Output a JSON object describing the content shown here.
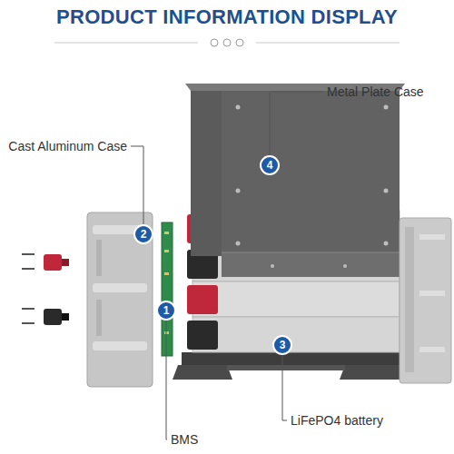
{
  "diagram": {
    "title": "PRODUCT INFORMATION DISPLAY",
    "nodes": [
      {
        "text": [
          "4"
        ]
      },
      {
        "text": [
          "2"
        ]
      },
      {
        "text": [
          "1"
        ]
      },
      {
        "text": [
          "3"
        ]
      }
    ],
    "labels": [
      "Metal Plate Case",
      "Cast Aluminum Case",
      "LiFePO4 battery",
      "BMS"
    ]
  }
}
